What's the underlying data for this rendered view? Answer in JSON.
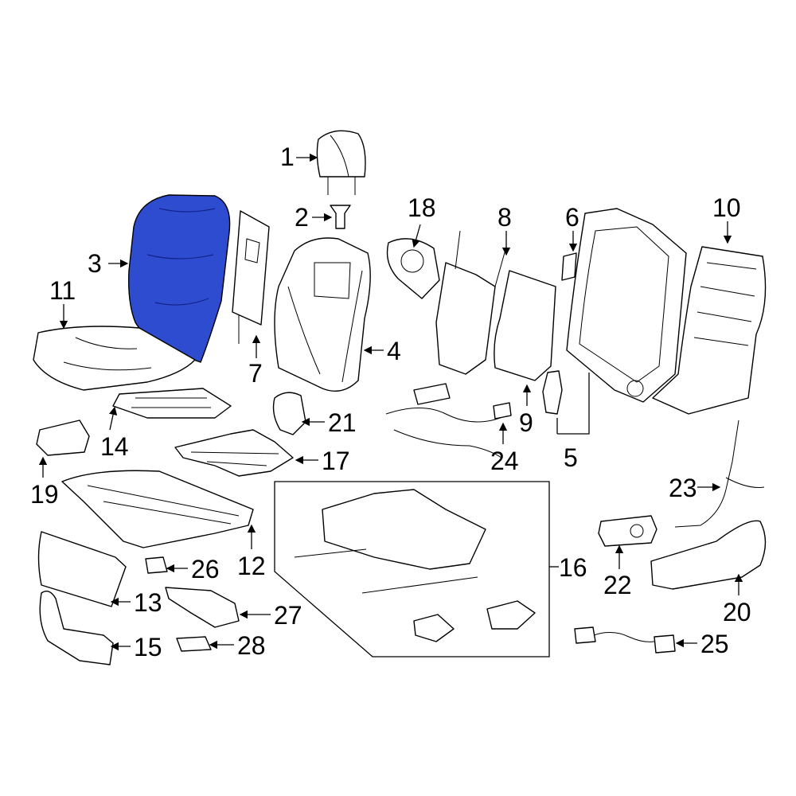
{
  "diagram": {
    "highlight_color": "#2d4ccf",
    "highlighted_part": "3",
    "callouts": {
      "c1": "1",
      "c2": "2",
      "c3": "3",
      "c4": "4",
      "c5": "5",
      "c6": "6",
      "c7": "7",
      "c8": "8",
      "c9": "9",
      "c10": "10",
      "c11": "11",
      "c12": "12",
      "c13": "13",
      "c14": "14",
      "c15": "15",
      "c16": "16",
      "c17": "17",
      "c18": "18",
      "c19": "19",
      "c20": "20",
      "c21": "21",
      "c22": "22",
      "c23": "23",
      "c24": "24",
      "c25": "25",
      "c26": "26",
      "c27": "27",
      "c28": "28"
    }
  }
}
